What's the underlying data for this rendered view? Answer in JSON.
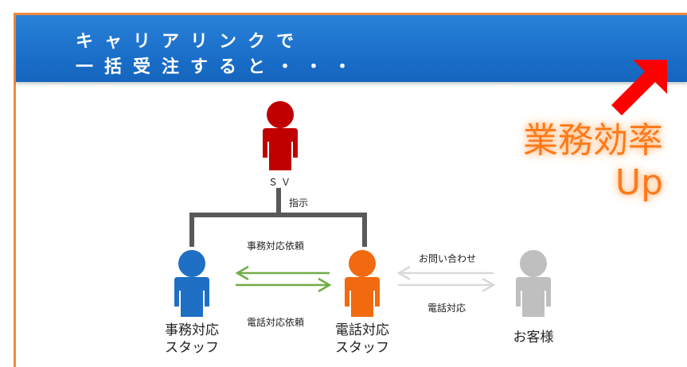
{
  "banner": {
    "line1": "キャリアリンクで",
    "line2": "一括受注すると・・・"
  },
  "efficiency": {
    "line1": "業務効率",
    "line2": "Up"
  },
  "diagram": {
    "sv_label": "ＳＶ",
    "instruction_label": "指示",
    "office_request_label": "事務対応依頼",
    "phone_request_label": "電話対応依頼",
    "inquiry_label": "お問い合わせ",
    "phone_response_label": "電話対応",
    "office_staff_line1": "事務対応",
    "office_staff_line2": "スタッフ",
    "phone_staff_line1": "電話対応",
    "phone_staff_line2": "スタッフ",
    "customer_label": "お客様"
  },
  "colors": {
    "sv": "#c00000",
    "office_staff": "#1f6fc5",
    "phone_staff": "#f26a0f",
    "customer": "#bfbfbf",
    "connector": "#595959",
    "green_arrow": "#70ad47",
    "gray_arrow": "#d9d9d9",
    "banner": "#1a6fc9",
    "accent_orange": "#ff7a1a",
    "red_arrow": "#ff0000"
  }
}
